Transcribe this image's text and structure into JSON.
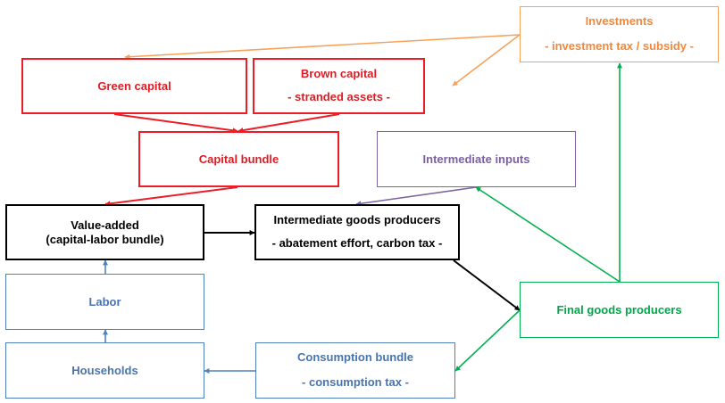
{
  "colors": {
    "red": "#ee1c24",
    "orange": "#f5a35c",
    "purple": "#8064a2",
    "black": "#000000",
    "blue": "#4f81bd",
    "green": "#00b050"
  },
  "nodes": {
    "investments": {
      "title": "Investments",
      "note": "- investment tax / subsidy -"
    },
    "green_capital": {
      "title": "Green capital"
    },
    "brown_capital": {
      "title": "Brown capital",
      "note": "- stranded assets -"
    },
    "capital_bundle": {
      "title": "Capital bundle"
    },
    "intermediate_inputs": {
      "title": "Intermediate inputs"
    },
    "value_added": {
      "title": "Value-added",
      "subtitle": "(capital-labor bundle)"
    },
    "intermediate_goods": {
      "title": "Intermediate goods producers",
      "note": "- abatement effort, carbon tax -"
    },
    "labor": {
      "title": "Labor"
    },
    "final_goods": {
      "title": "Final goods producers"
    },
    "households": {
      "title": "Households"
    },
    "consumption_bundle": {
      "title": "Consumption bundle",
      "note": "- consumption tax -"
    }
  },
  "edges": [
    {
      "from": "investments",
      "to": "green_capital",
      "color": "orange"
    },
    {
      "from": "investments",
      "to": "brown_capital",
      "color": "orange"
    },
    {
      "from": "green_capital",
      "to": "capital_bundle",
      "color": "red"
    },
    {
      "from": "brown_capital",
      "to": "capital_bundle",
      "color": "red"
    },
    {
      "from": "capital_bundle",
      "to": "value_added",
      "color": "red"
    },
    {
      "from": "intermediate_inputs",
      "to": "intermediate_goods",
      "color": "purple"
    },
    {
      "from": "value_added",
      "to": "intermediate_goods",
      "color": "black"
    },
    {
      "from": "intermediate_goods",
      "to": "final_goods",
      "color": "black"
    },
    {
      "from": "final_goods",
      "to": "intermediate_inputs",
      "color": "green"
    },
    {
      "from": "final_goods",
      "to": "investments",
      "color": "green"
    },
    {
      "from": "final_goods",
      "to": "consumption_bundle",
      "color": "green"
    },
    {
      "from": "consumption_bundle",
      "to": "households",
      "color": "blue"
    },
    {
      "from": "households",
      "to": "labor",
      "color": "blue"
    },
    {
      "from": "labor",
      "to": "value_added",
      "color": "blue"
    }
  ]
}
